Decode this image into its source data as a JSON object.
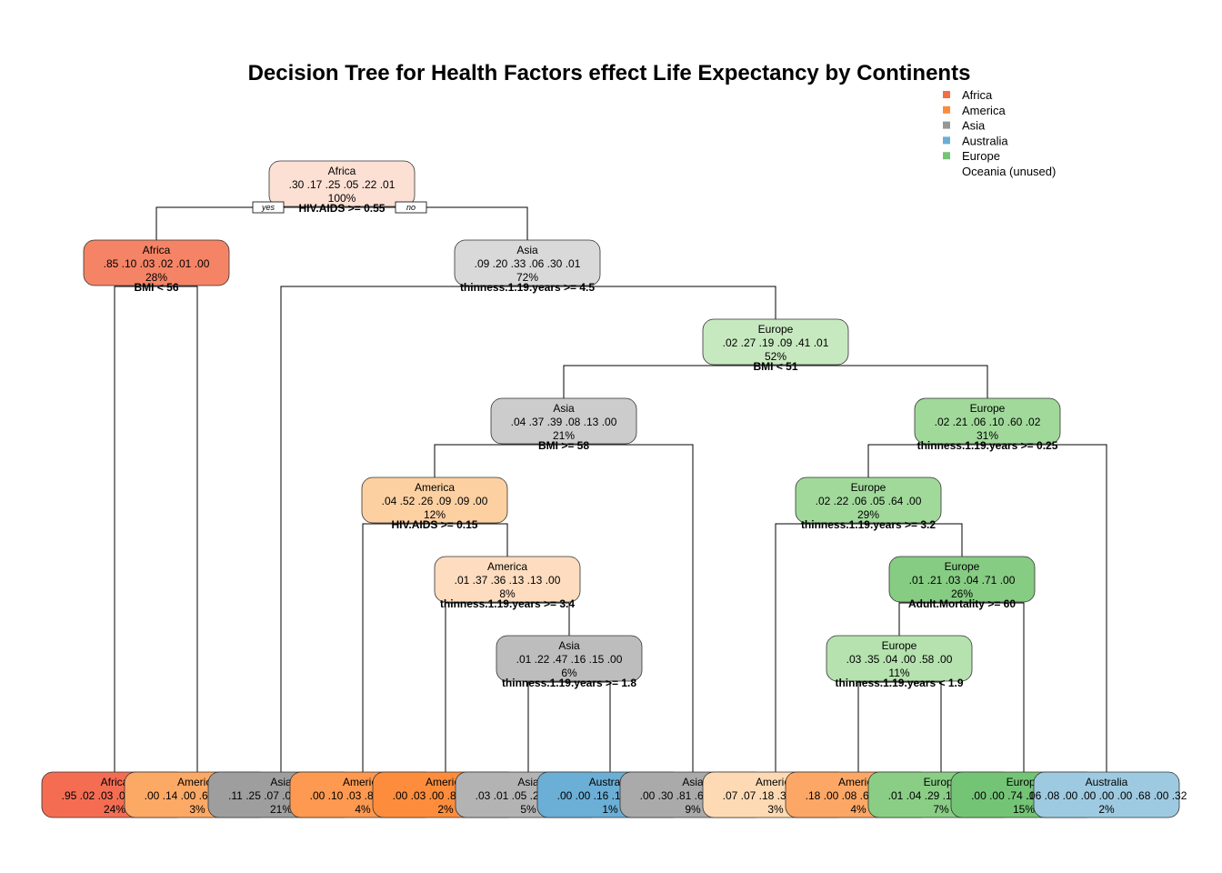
{
  "title": "Decision Tree for Health Factors effect Life Expectancy by Continents",
  "legend": [
    {
      "label": "Africa",
      "color": "#F46D43"
    },
    {
      "label": "America",
      "color": "#FD8D3C"
    },
    {
      "label": "Asia",
      "color": "#969696"
    },
    {
      "label": "Australia",
      "color": "#6BAED6"
    },
    {
      "label": "Europe",
      "color": "#74C476"
    },
    {
      "label": "Oceania (unused)",
      "color": ""
    }
  ],
  "branch_labels": {
    "yes": "yes",
    "no": "no"
  },
  "nodes": [
    {
      "id": "n1",
      "class": "Africa",
      "probs": ".30  .17  .25  .05  .22  .01",
      "pct": "100%",
      "fill": "#FDE0D4",
      "split": "HIV.AIDS >= 0.55"
    },
    {
      "id": "n2",
      "class": "Africa",
      "probs": ".85  .10  .03  .02  .01  .00",
      "pct": "28%",
      "fill": "#F58466",
      "split": "BMI < 56"
    },
    {
      "id": "n3",
      "class": "Asia",
      "probs": ".09  .20  .33  .06  .30  .01",
      "pct": "72%",
      "fill": "#D9D9D9",
      "split": "thinness.1.19.years >= 4.5"
    },
    {
      "id": "n4",
      "class": "Europe",
      "probs": ".02  .27  .19  .09  .41  .01",
      "pct": "52%",
      "fill": "#C7E9C0",
      "split": "BMI < 51"
    },
    {
      "id": "n5",
      "class": "Asia",
      "probs": ".04  .37  .39  .08  .13  .00",
      "pct": "21%",
      "fill": "#CCCCCC",
      "split": "BMI >= 58"
    },
    {
      "id": "n6",
      "class": "Europe",
      "probs": ".02  .21  .06  .10  .60  .02",
      "pct": "31%",
      "fill": "#A1D99B",
      "split": "thinness.1.19.years >= 0.25"
    },
    {
      "id": "n7",
      "class": "America",
      "probs": ".04  .52  .26  .09  .09  .00",
      "pct": "12%",
      "fill": "#FDD0A2",
      "split": "HIV.AIDS >= 0.15"
    },
    {
      "id": "n8",
      "class": "Europe",
      "probs": ".02  .22  .06  .05  .64  .00",
      "pct": "29%",
      "fill": "#A1D99B",
      "split": "thinness.1.19.years >= 3.2"
    },
    {
      "id": "n9",
      "class": "America",
      "probs": ".01  .37  .36  .13  .13  .00",
      "pct": "8%",
      "fill": "#FDDCBF",
      "split": "thinness.1.19.years >= 3.4"
    },
    {
      "id": "n10",
      "class": "Europe",
      "probs": ".01  .21  .03  .04  .71  .00",
      "pct": "26%",
      "fill": "#86CC83",
      "split": "Adult.Mortality >= 60"
    },
    {
      "id": "n11",
      "class": "Asia",
      "probs": ".01  .22  .47  .16  .15  .00",
      "pct": "6%",
      "fill": "#BDBDBD",
      "split": "thinness.1.19.years >= 1.8"
    },
    {
      "id": "n12",
      "class": "Europe",
      "probs": ".03  .35  .04  .00  .58  .00",
      "pct": "11%",
      "fill": "#B5E2AE",
      "split": "thinness.1.19.years < 1.9"
    },
    {
      "id": "l1",
      "class": "Africa",
      "probs": ".95  .02  .03  .00  .00  .00",
      "pct": "24%",
      "fill": "#F46D53",
      "split": ""
    },
    {
      "id": "l2",
      "class": "America",
      "probs": ".00  .14  .00  .67  .00  .00",
      "pct": "3%",
      "fill": "#FDA966",
      "split": ""
    },
    {
      "id": "l3",
      "class": "Asia",
      "probs": ".11  .25  .07  .03  .00  .69",
      "pct": "21%",
      "fill": "#9E9E9E",
      "split": ""
    },
    {
      "id": "l4",
      "class": "America",
      "probs": ".00  .10  .03  .85  .00  .05",
      "pct": "4%",
      "fill": "#FD9950",
      "split": ""
    },
    {
      "id": "l5",
      "class": "America",
      "probs": ".00  .03  .00  .89  .00  .00",
      "pct": "2%",
      "fill": "#FD8D3C",
      "split": ""
    },
    {
      "id": "l6",
      "class": "Asia",
      "probs": ".03  .01  .05  .25  .00  .58",
      "pct": "5%",
      "fill": "#B3B3B3",
      "split": ""
    },
    {
      "id": "l7",
      "class": "Australia",
      "probs": ".00  .00  .16  .12  .00  .00",
      "pct": "1%",
      "fill": "#6BAED6",
      "split": ""
    },
    {
      "id": "l8",
      "class": "Asia",
      "probs": ".00  .30  .81  .60  .05  .06",
      "pct": "9%",
      "fill": "#AAAAAA",
      "split": ""
    },
    {
      "id": "l9",
      "class": "America",
      "probs": ".07  .07  .18  .35  .00  .32",
      "pct": "3%",
      "fill": "#FDDAB4",
      "split": ""
    },
    {
      "id": "l10",
      "class": "America",
      "probs": ".18  .00  .08  .68  .00  .00",
      "pct": "4%",
      "fill": "#FDA766",
      "split": ""
    },
    {
      "id": "l11",
      "class": "Europe",
      "probs": ".01  .04  .29  .16  .01  .06",
      "pct": "7%",
      "fill": "#8ACE86",
      "split": ""
    },
    {
      "id": "l12",
      "class": "Europe",
      "probs": ".00  .00  .74  .11  .00  .03",
      "pct": "15%",
      "fill": "#74C476",
      "split": ""
    },
    {
      "id": "l13",
      "class": "Australia",
      "probs": ".06  .08  .00  .00  .00  .00  .68  .00  .32",
      "pct": "2%",
      "fill": "#9ECAE1",
      "split": ""
    }
  ]
}
